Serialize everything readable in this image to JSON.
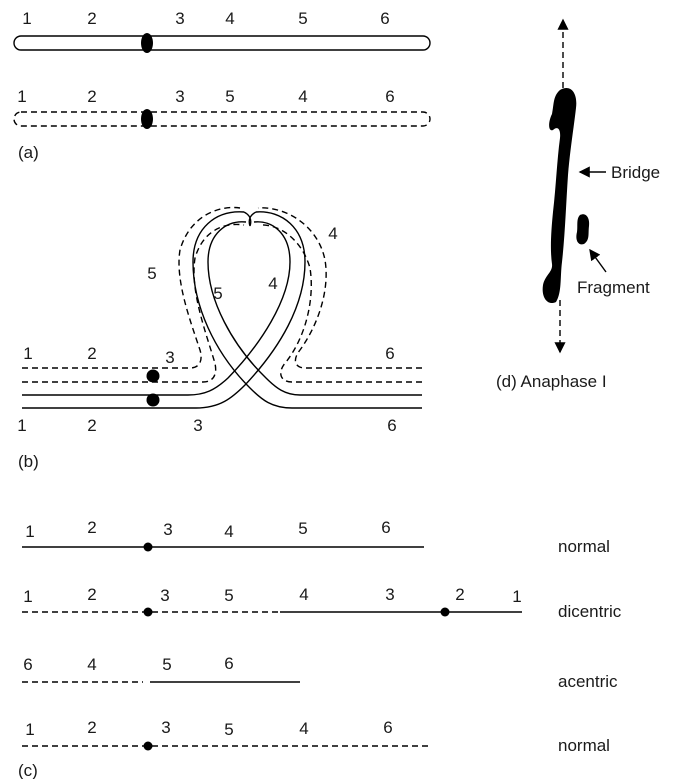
{
  "panel_a": {
    "label": "(a)",
    "normal_numbers": [
      "1",
      "2",
      "3",
      "4",
      "5",
      "6"
    ],
    "inverted_numbers": [
      "1",
      "2",
      "3",
      "5",
      "4",
      "6"
    ]
  },
  "panel_b": {
    "label": "(b)",
    "top_numbers": [
      "1",
      "2",
      "3",
      "6"
    ],
    "bottom_numbers": [
      "1",
      "2",
      "3",
      "6"
    ],
    "loop_outer_numbers": [
      "5",
      "4"
    ],
    "loop_inner_numbers": [
      "5",
      "4"
    ]
  },
  "panel_c": {
    "label": "(c)",
    "rows": [
      {
        "numbers": [
          "1",
          "2",
          "3",
          "4",
          "5",
          "6"
        ],
        "name": "normal"
      },
      {
        "numbers": [
          "1",
          "2",
          "3",
          "5",
          "4",
          "3",
          "2",
          "1"
        ],
        "name": "dicentric"
      },
      {
        "numbers": [
          "6",
          "4",
          "5",
          "6"
        ],
        "name": "acentric"
      },
      {
        "numbers": [
          "1",
          "2",
          "3",
          "5",
          "4",
          "6"
        ],
        "name": "normal"
      }
    ]
  },
  "panel_d": {
    "caption": "(d) Anaphase I",
    "bridge_label": "Bridge",
    "fragment_label": "Fragment"
  }
}
